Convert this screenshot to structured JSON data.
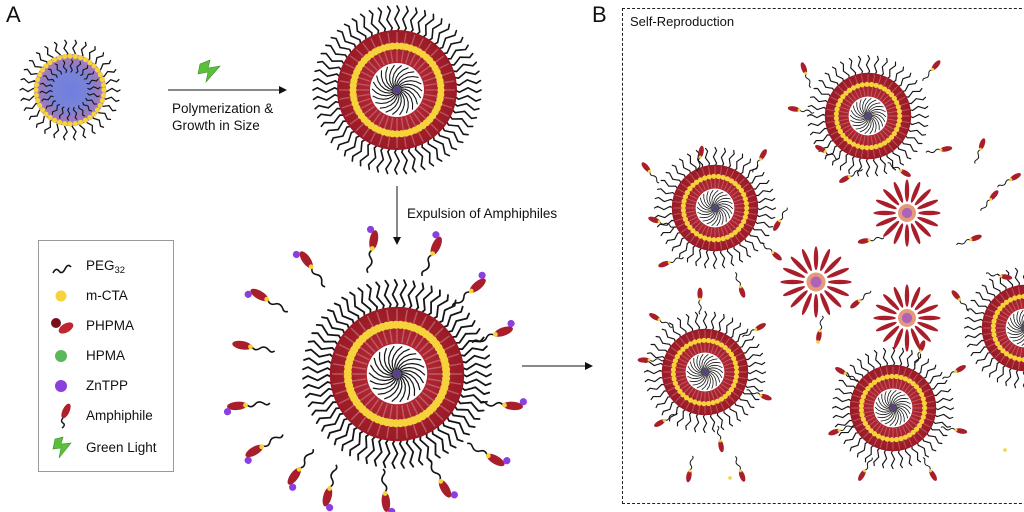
{
  "panels": {
    "a_letter": "A",
    "b_letter": "B"
  },
  "steps": {
    "polymerization_line1": "Polymerization &",
    "polymerization_line2": "Growth in Size",
    "expulsion": "Expulsion of Amphiphiles",
    "box_title": "Self-Reproduction"
  },
  "legend": [
    {
      "icon": "peg-chain-icon",
      "label_main": "PEG",
      "label_sub": "32"
    },
    {
      "icon": "yellow-dot-icon",
      "label_main": "m-CTA",
      "label_sub": ""
    },
    {
      "icon": "red-coil-icon",
      "label_main": "PHPMA",
      "label_sub": ""
    },
    {
      "icon": "green-dot-icon",
      "label_main": "HPMA",
      "label_sub": ""
    },
    {
      "icon": "purple-dot-icon",
      "label_main": "ZnTPP",
      "label_sub": ""
    },
    {
      "icon": "amphiphile-icon",
      "label_main": "Amphiphile",
      "label_sub": ""
    },
    {
      "icon": "lightning-icon",
      "label_main": "Green Light",
      "label_sub": ""
    }
  ],
  "colors": {
    "peg": "#151515",
    "mcta": "#f6d33a",
    "phpma": "#a81f2b",
    "phpma_dark": "#7b1019",
    "hpma": "#5bb85a",
    "zntpp": "#8a3fe0",
    "core_blue": "#7a86d6",
    "core_shell": "#9a7bc9",
    "light": "#5cbf3c"
  }
}
